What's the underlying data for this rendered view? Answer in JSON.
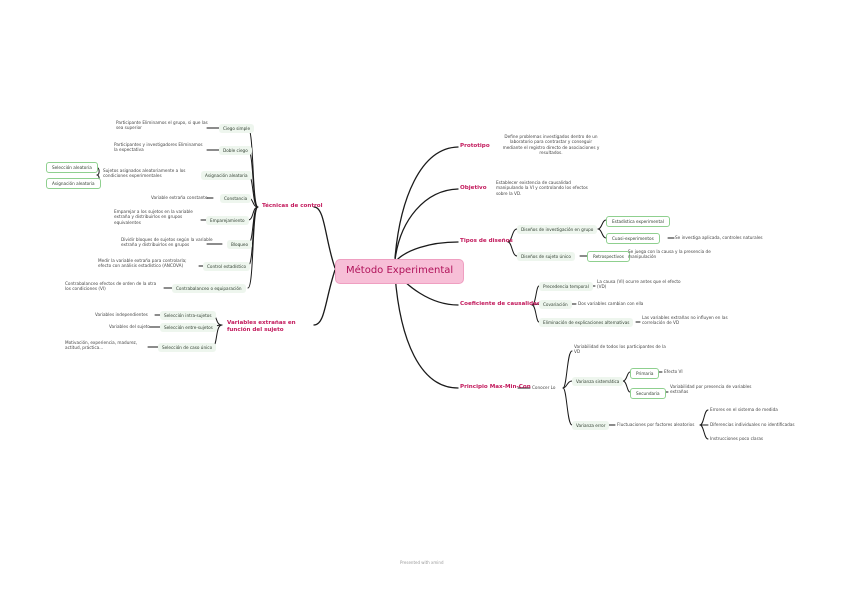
{
  "colors": {
    "edge": "#1a1a1a",
    "root_bg": "#f7bfd7",
    "main_text": "#c2185b",
    "sub_bg": "#eef6ee",
    "box_border": "#8fd08f"
  },
  "root": "Método Experimental",
  "left": {
    "tecnicas": "Técnicas de control",
    "variables": "Variables extrañas en función del sujeto",
    "rows": [
      {
        "leaf": "Participante Eliminamos el grupo, si que las sea superior",
        "node": "Ciego simple"
      },
      {
        "leaf": "Participantes y investigadores Eliminamos la expectativa",
        "node": "Doble ciego"
      },
      {
        "leaf": "Sujetos asignados aleatoriamente a los condiciones experimentales",
        "node": "Asignación aleatoria"
      },
      {
        "leaf": "Variable extraña constante",
        "node": "Constancia"
      },
      {
        "leaf": "Emparejar a los sujetos en la variable extraña y distribuirlos en grupos equivalentes",
        "node": "Emparejamiento"
      },
      {
        "leaf": "Dividir bloques de sujetos según la variable extraña y distribuirlos en grupos",
        "node": "Bloqueo"
      },
      {
        "leaf": "Medir la variable extraña para controlarla; efecto con análisis estadístico (ANCOVA)",
        "node": "Control estadístico"
      },
      {
        "leaf": "Contrabalanceo efectos de orden de la otra los condiciones (VI)",
        "node": "Contrabalanceo o equiparación"
      }
    ],
    "extra_boxes": [
      "Selección aleatoria",
      "Asignación aleatoria"
    ],
    "var_rows": [
      {
        "leaf": "Variables independientes",
        "node": "Selección intra-sujetos"
      },
      {
        "leaf": "Variables del sujeto",
        "node": "Selección entre-sujetos"
      },
      {
        "leaf": "Motivación, experiencia, madurez, actitud, práctica...",
        "node": "Selección de caso único"
      }
    ]
  },
  "right": {
    "prototipo": "Prototipo",
    "prototipo_desc": "Define problemas investigados dentro de un laboratorio para contrastar y conseguir mediante el registro directo de asociaciones y resultados.",
    "objetivo": "Objetivo",
    "objetivo_desc": "Establecer existencia de causalidad manipulando la VI y controlando los efectos sobre la VD.",
    "tipos": "Tipos de diseños",
    "tipos_a": "Diseños de investigación en grupo",
    "tipos_b": "Diseños de sujeto único",
    "tipos_a1": "Estadística experimental",
    "tipos_a2": "Cuasi-experimentos",
    "tipos_a2_desc": "Se investiga aplicada, controles naturales",
    "tipos_b1": "Retrospectivos",
    "tipos_b1_desc": "Se juega con la causa y la presencia de manipulación",
    "coef": "Coeficiente de causalidad",
    "coef_1": "Precedencia temporal",
    "coef_1_desc": "La causa (VI) ocurre antes que el efecto (VD)",
    "coef_2": "Covariación",
    "coef_2_desc": "Dos variables cambian con ella",
    "coef_3": "Eliminación de explicaciones alternativas",
    "coef_3_desc": "Las variables extrañas no influyen en las correlación de VD",
    "max": "Principio Max-Min-Con",
    "max_mid": "Conocer Lo",
    "max_top": "Variabilidad de todos los participantes de la VD",
    "max_sis": "Varianza sistemática",
    "max_sis_1": "Primaria",
    "max_sis_1_desc": "Efecto VI",
    "max_sis_2": "Secundaria",
    "max_sis_2_desc": "Variabilidad por presencia de variables extrañas",
    "max_err": "Varianza error",
    "max_err_desc": "Fluctuaciones por factores aleatorios",
    "max_err_1": "Errores en el sistema de medida",
    "max_err_2": "Diferencias individuales no identificadas",
    "max_err_3": "Instrucciones poco claras"
  },
  "footer": "Presented with xmind"
}
